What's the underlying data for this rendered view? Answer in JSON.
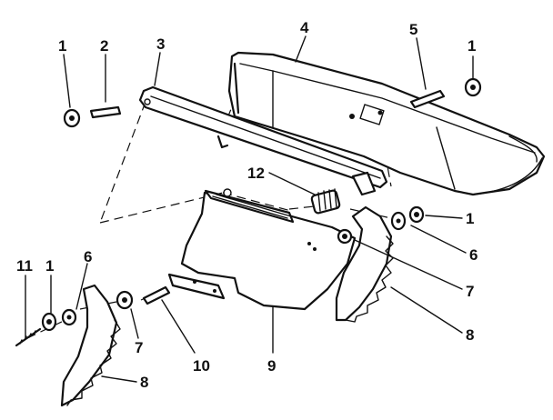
{
  "callouts": [
    {
      "id": "c1a",
      "label": "1"
    },
    {
      "id": "c2",
      "label": "2"
    },
    {
      "id": "c3",
      "label": "3"
    },
    {
      "id": "c4",
      "label": "4"
    },
    {
      "id": "c5",
      "label": "5"
    },
    {
      "id": "c1b",
      "label": "1"
    },
    {
      "id": "c12",
      "label": "12"
    },
    {
      "id": "c1c",
      "label": "1"
    },
    {
      "id": "c6a",
      "label": "6"
    },
    {
      "id": "c7a",
      "label": "7"
    },
    {
      "id": "c8a",
      "label": "8"
    },
    {
      "id": "c11",
      "label": "11"
    },
    {
      "id": "c1d",
      "label": "1"
    },
    {
      "id": "c6b",
      "label": "6"
    },
    {
      "id": "c7b",
      "label": "7"
    },
    {
      "id": "c10",
      "label": "10"
    },
    {
      "id": "c9",
      "label": "9"
    },
    {
      "id": "c8b",
      "label": "8"
    }
  ]
}
